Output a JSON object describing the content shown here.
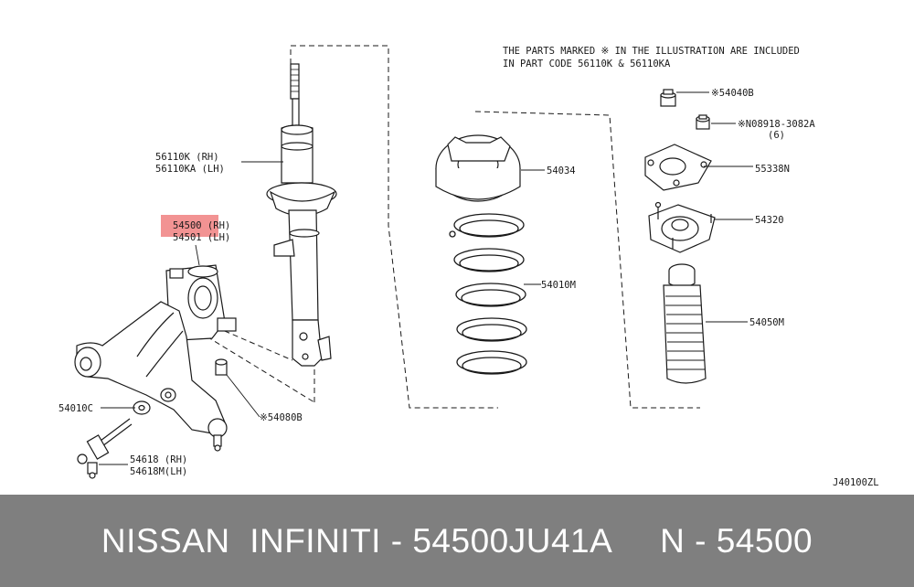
{
  "colors": {
    "banner_bg": "#7f7f7f",
    "banner_text": "#ffffff",
    "highlight": "#f08080",
    "line": "#1a1a1a"
  },
  "diagram": {
    "note_line1": "THE PARTS MARKED  ※  IN THE ILLUSTRATION ARE INCLUDED",
    "note_line2": "IN PART CODE 56110K & 56110KA",
    "code": "J40100ZL",
    "labels": {
      "strut_rh": "56110K (RH)",
      "strut_lh": "56110KA (LH)",
      "knuckle_rh": "54500 (RH)",
      "knuckle_lh": "54501 (LH)",
      "arm": "54010C",
      "arm_bolt": "※54080B",
      "stab_rh": "54618 (RH)",
      "stab_lh": "54618M(LH)",
      "spring_seat": "54034",
      "spring": "54010M",
      "nut": "※54040B",
      "nut2": "※N08918-3082A",
      "nut2_qty": "(6)",
      "plate": "55338N",
      "mount": "54320",
      "bumper": "54050M"
    }
  },
  "banner": {
    "text": "NISSAN  INFINITI - 54500JU41A     N - 54500"
  }
}
